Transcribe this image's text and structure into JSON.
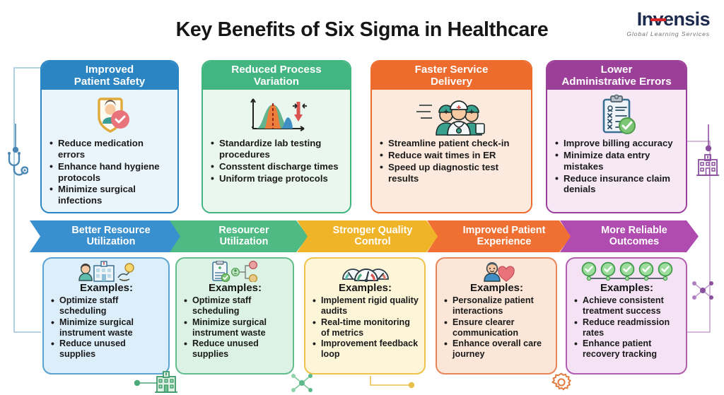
{
  "header": {
    "title": "Key Benefits of Six Sigma in Healthcare",
    "logo_name": "Invensis",
    "logo_tagline": "Global Learning Services"
  },
  "top_cards": [
    {
      "title": "Improved\nPatient Safety",
      "icon": "shield-patient-icon",
      "header_color": "#2b85c2",
      "body_color": "#eaf4fb",
      "border_color": "#2b85c2",
      "bullets": [
        "Reduce medication errors",
        "Enhance hand hygiene protocols",
        "Minimize surgical infections"
      ]
    },
    {
      "title": "Reduced Process\nVariation",
      "icon": "bell-curve-icon",
      "header_color": "#43b581",
      "body_color": "#e9f7ef",
      "border_color": "#43b581",
      "bullets": [
        "Standardize lab testing procedures",
        "Consstent discharge times",
        "Uniform triage protocols"
      ]
    },
    {
      "title": "Faster Service\nDelivery",
      "icon": "medical-team-icon",
      "header_color": "#ec6b2d",
      "body_color": "#fdeade",
      "border_color": "#ec6b2d",
      "bullets": [
        "Streamline patient check-in",
        "Reduce wait times in ER",
        "Speed up diagnostic test results"
      ]
    },
    {
      "title": "Lower\nAdministrative Errors",
      "icon": "clipboard-checklist-icon",
      "header_color": "#9b3f99",
      "body_color": "#f7e8f6",
      "border_color": "#9b3f99",
      "bullets": [
        "Improve billing accuracy",
        "Minimize data entry mistakes",
        "Reduce insurance claim denials"
      ]
    }
  ],
  "arrow_banners": [
    {
      "label": "Better Resource\nUtilization",
      "color": "#3a90cf"
    },
    {
      "label": "Resourcer\nUtilization",
      "color": "#4fba84"
    },
    {
      "label": "Stronger Quality\nControl",
      "color": "#f0b429"
    },
    {
      "label": "Improved Patient\nExperience",
      "color": "#ef7032"
    },
    {
      "label": "More Reliable\nOutcomes",
      "color": "#b martin"
    }
  ],
  "bottom_cards": [
    {
      "examples_label": "Examples:",
      "icon": "nurse-hospital-icon",
      "body_color": "#ddeefb",
      "border_color": "#5ba3d0",
      "bullets": [
        "Optimize staff scheduling",
        "Minimize surgical instrument waste",
        "Reduce unused supplies"
      ]
    },
    {
      "examples_label": "Examples:",
      "icon": "clipboard-network-icon",
      "body_color": "#dcf2e4",
      "border_color": "#63bd8d",
      "bullets": [
        "Optimize staff scheduling",
        "Minimize surgical instrument waste",
        "Reduce unused supplies"
      ]
    },
    {
      "examples_label": "Examples:",
      "icon": "gauges-icon",
      "body_color": "#fdf5d8",
      "border_color": "#edc349",
      "bullets": [
        "Implement rigid quality audits",
        "Real-time monitoring of metrics",
        "Improvement feedback loop"
      ]
    },
    {
      "examples_label": "Examples:",
      "icon": "patient-heart-icon",
      "body_color": "#fbe6d8",
      "border_color": "#e8855a",
      "bullets": [
        "Personalize patient interactions",
        "Ensure clearer communication",
        "Enhance overall care journey"
      ]
    },
    {
      "examples_label": "Examples:",
      "icon": "checkmarks-timeline-icon",
      "body_color": "#f5e3f5",
      "border_color": "#b05fb0",
      "bullets": [
        "Achieve consistent treatment success",
        "Reduce readmission rates",
        "Enhance patient recovery tracking"
      ]
    }
  ],
  "decorations": [
    {
      "icon": "stethoscope-icon",
      "color": "#4a87b5"
    },
    {
      "icon": "hospital-building-icon",
      "color": "#8a4f9e"
    },
    {
      "icon": "hospital-green-icon",
      "color": "#4da87a"
    },
    {
      "icon": "network-nodes-green-icon",
      "color": "#5bb98c"
    },
    {
      "icon": "gear-icon",
      "color": "#e07a3e"
    },
    {
      "icon": "network-nodes-purple-icon",
      "color": "#8a4f9e"
    }
  ]
}
